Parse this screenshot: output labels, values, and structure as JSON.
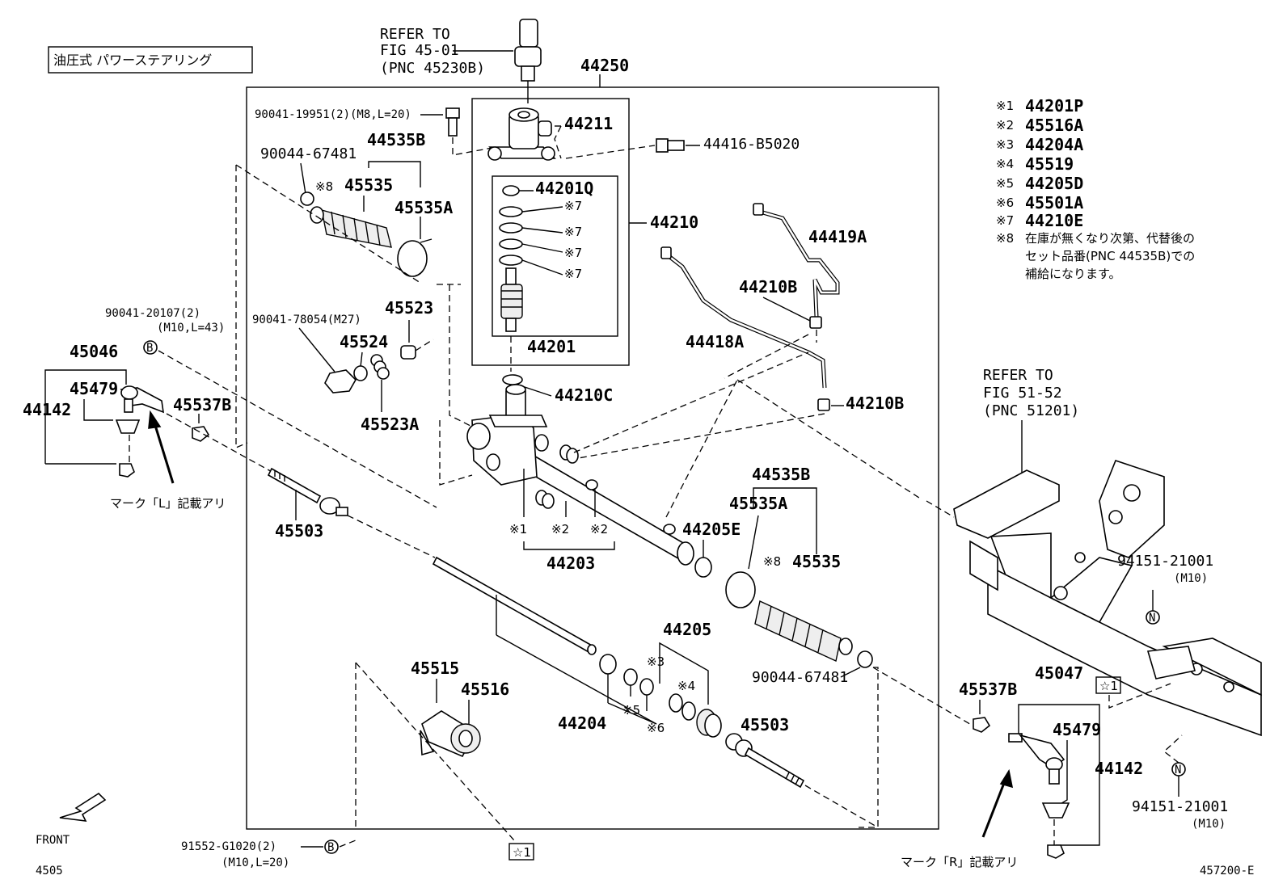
{
  "title_box": "油圧式 パワーステアリング",
  "refer_top": [
    "REFER TO",
    "FIG 45-01",
    "(PNC 45230B)"
  ],
  "refer_right": [
    "REFER TO",
    "FIG 51-52",
    "(PNC 51201)"
  ],
  "legend": [
    {
      "mark": "※1",
      "code": "44201P"
    },
    {
      "mark": "※2",
      "code": "45516A"
    },
    {
      "mark": "※3",
      "code": "44204A"
    },
    {
      "mark": "※4",
      "code": "45519"
    },
    {
      "mark": "※5",
      "code": "44205D"
    },
    {
      "mark": "※6",
      "code": "45501A"
    },
    {
      "mark": "※7",
      "code": "44210E"
    }
  ],
  "legend_note": {
    "mark": "※8",
    "lines": [
      "在庫が無くなり次第、代替後の",
      "セット品番(PNC 44535B)での",
      "補給になります。"
    ]
  },
  "labels": {
    "p44250": "44250",
    "p90041_19951": "90041-19951(2)(M8,L=20)",
    "p44211": "44211",
    "p44416": "44416-B5020",
    "p44201Q": "44201Q",
    "p44210": "44210",
    "p44201": "44201",
    "p44419A": "44419A",
    "p44210B_a": "44210B",
    "p44418A": "44418A",
    "p44210C": "44210C",
    "p44210B_b": "44210B",
    "p90044_a": "90044-67481",
    "p44535B_a": "44535B",
    "p45535_a": "45535",
    "p45535A_a": "45535A",
    "p90041_78054": "90041-78054(M27)",
    "p45523": "45523",
    "p45524": "45524",
    "p45523A": "45523A",
    "p90041_20107": "90041-20107(2)",
    "p90041_20107_size": "(M10,L=43)",
    "p45046": "45046",
    "p45479_a": "45479",
    "p44142_a": "44142",
    "p45537B_a": "45537B",
    "mark_L": "マーク「L」記載アリ",
    "p45503_a": "45503",
    "p44203": "44203",
    "p44205E": "44205E",
    "p44535B_b": "44535B",
    "p45535A_b": "45535A",
    "p45535_b": "45535",
    "p90044_b": "90044-67481",
    "p44205": "44205",
    "p45515": "45515",
    "p45516": "45516",
    "p44204": "44204",
    "p45503_b": "45503",
    "p91552": "91552-G1020(2)",
    "p91552_size": "(M10,L=20)",
    "p94151_a": "94151-21001",
    "p94151_a_size": "(M10)",
    "p94151_b": "94151-21001",
    "p94151_b_size": "(M10)",
    "p45537B_b": "45537B",
    "p45047": "45047",
    "p45479_b": "45479",
    "p44142_b": "44142",
    "mark_R": "マーク「R」記載アリ",
    "star1_a": "☆1",
    "star1_b": "☆1",
    "m1": "※1",
    "m2a": "※2",
    "m2b": "※2",
    "m3": "※3",
    "m4": "※4",
    "m5": "※5",
    "m6": "※6",
    "m7a": "※7",
    "m7b": "※7",
    "m7c": "※7",
    "m7d": "※7",
    "m8a": "※8",
    "m8b": "※8",
    "circB_a": "B",
    "circB_b": "B",
    "circN_a": "N",
    "circN_b": "N",
    "front": "FRONT",
    "page_num": "4505",
    "fig_code": "457200-E"
  }
}
